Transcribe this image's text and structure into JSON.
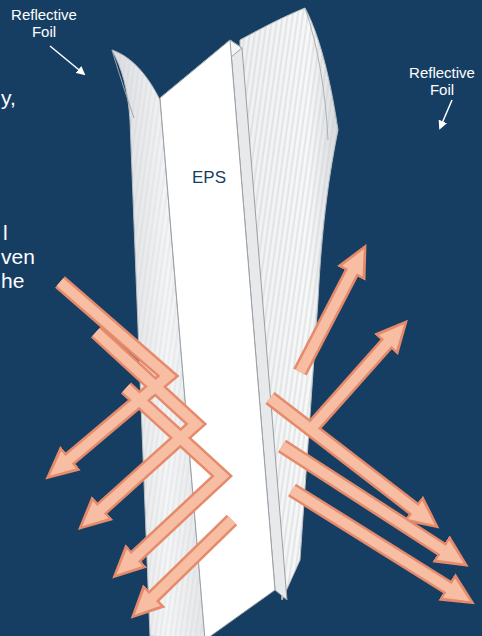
{
  "diagram": {
    "labels": [
      "Reflective Foil",
      "y,",
      "Reflective Foil",
      "EPS",
      "l",
      "ven",
      "he"
    ]
  }
}
